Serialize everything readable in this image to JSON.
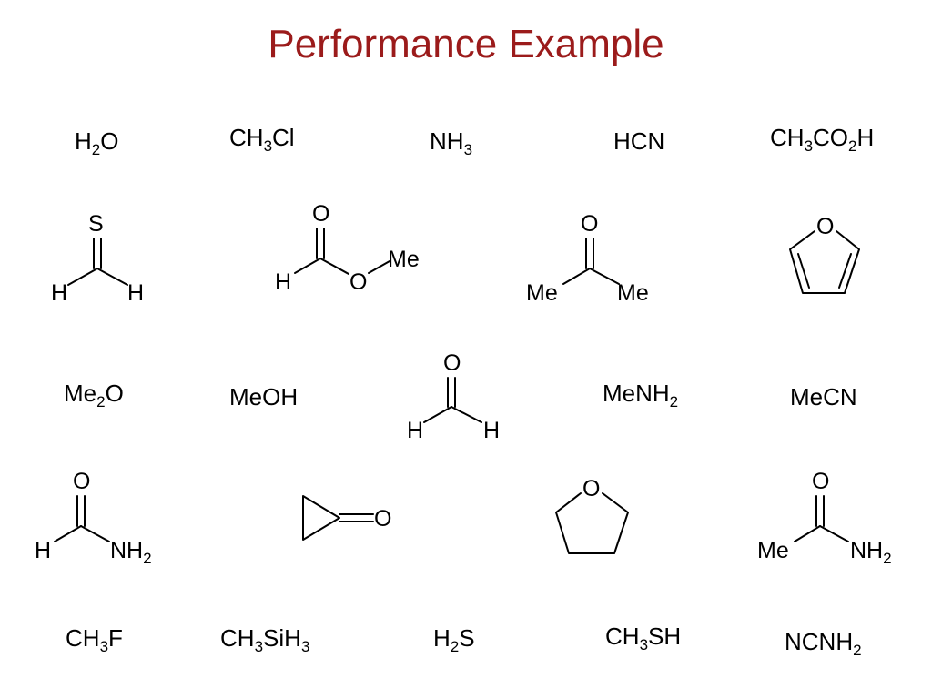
{
  "title": "Performance Example",
  "accent_color": "#9b1b1b",
  "formulas": {
    "water": [
      "H",
      "2",
      "O"
    ],
    "ch3cl": [
      "CH",
      "3",
      "Cl"
    ],
    "nh3": [
      "NH",
      "3"
    ],
    "hcn": [
      "HCN"
    ],
    "acetic_acid": [
      "CH",
      "3",
      "CO",
      "2",
      "H"
    ],
    "me2o": [
      "Me",
      "2",
      "O"
    ],
    "meoh": [
      "MeOH"
    ],
    "menh2": [
      "MeNH",
      "2"
    ],
    "mecn": [
      "MeCN"
    ],
    "ch3f": [
      "CH",
      "3",
      "F"
    ],
    "ch3sih3": [
      "CH",
      "3",
      "SiH",
      "3"
    ],
    "h2s": [
      "H",
      "2",
      "S"
    ],
    "ch3sh": [
      "CH",
      "3",
      "SH"
    ],
    "ncnh2": [
      "NCNH",
      "2"
    ]
  },
  "atoms": {
    "S": "S",
    "O": "O",
    "H": "H",
    "Me": "Me",
    "NH": "NH",
    "sub2": "2"
  }
}
